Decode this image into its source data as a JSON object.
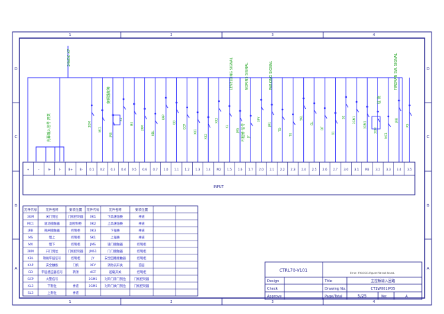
{
  "frame": {
    "columns": [
      "1",
      "2",
      "3",
      "4"
    ],
    "rows": [
      "D",
      "C",
      "B",
      "A"
    ]
  },
  "top_labels": [
    {
      "text": "24VDC X7"
    },
    {
      "text": "LEVELLING SIGNAL"
    },
    {
      "text": "NORINS SIGNAL"
    },
    {
      "text": "PARKING SIGNAL"
    },
    {
      "text": "FIREMAN SW. SIGNAL"
    }
  ],
  "vertical_labels": [
    {
      "text": "光幕输入信号 开关"
    },
    {
      "text": "变频器故障"
    },
    {
      "text": "F/检修 信号"
    },
    {
      "text": "驻 流"
    }
  ],
  "contact_labels": [
    "3GM",
    "MC1",
    "JRB",
    "XS",
    "MX",
    "2KM",
    "KBL",
    "KAP",
    "GD",
    "GCP",
    "XK1",
    "XK2",
    "XK3",
    "XL",
    "JMS",
    "JY",
    "XFY",
    "JM1",
    "TD",
    "TX",
    "SKL",
    "GL",
    "DT",
    "G1",
    "SE",
    "2GM1",
    "3GM1"
  ],
  "terminal_bar": {
    "label": "INPUT",
    "terminals": [
      "+",
      "-",
      "I+",
      "I-",
      "B+",
      "B-",
      "0.1",
      "0.2",
      "0.3",
      "0.4",
      "0.5",
      "0.6",
      "0.7",
      "1.0",
      "1.1",
      "1.2",
      "1.3",
      "1.4",
      "M2",
      "1.5",
      "1.6",
      "1.7",
      "2.0",
      "2.1",
      "2.2",
      "2.3",
      "2.4",
      "2.5",
      "2.6",
      "2.7",
      "3.0",
      "3.1",
      "M3",
      "3.2",
      "3.3",
      "3.4",
      "3.5"
    ]
  },
  "table": {
    "headers": [
      "元件代号",
      "元件名称",
      "安装位置",
      "元件代号",
      "元件名称",
      "安装位置"
    ],
    "rows": [
      [
        "3GM",
        "关门到位",
        "门机控制器",
        "XK1",
        "下高速强换",
        "井道"
      ],
      [
        "MC1",
        "驱动接触器",
        "副控制柜",
        "XK2",
        "上高速强换",
        "井道"
      ],
      [
        "JRB",
        "抱闸接触器",
        "控制柜",
        "XK3",
        "下强换",
        "井道"
      ],
      [
        "MS",
        "慢上",
        "控制柜",
        "SK1",
        "上强换",
        "井道"
      ],
      [
        "MX",
        "慢下",
        "控制柜",
        "JMS",
        "锁门接触器",
        "控制柜"
      ],
      [
        "2KM",
        "开门到位",
        "门机控制器",
        "JMS1",
        "门门接触器",
        "控制柜"
      ],
      [
        "KBL",
        "轿厢平层信号",
        "控制柜",
        "JY",
        "安全回路接触器",
        "控制柜"
      ],
      [
        "KAP",
        "安全触板",
        "门机",
        "XFY",
        "消防员开关",
        "首层"
      ],
      [
        "GD",
        "平层感应器信号",
        "轿顶",
        "4GT",
        "超载开关",
        "控制柜"
      ],
      [
        "GCP",
        "火警信号",
        "",
        "2GM1",
        "对开门开门到位",
        "门机控制器"
      ],
      [
        "XL3",
        "下限位",
        "井道",
        "3GM1",
        "对开门关门到位",
        "门机控制器"
      ],
      [
        "SL3",
        "上限位",
        "井道",
        "",
        "",
        ""
      ]
    ]
  },
  "title_block": {
    "project": "CTRL70-V101",
    "error_text": "Error: HYLOGO-Figure file not found.",
    "design_label": "Design",
    "check_label": "Check",
    "approve_label": "Approve",
    "title_label": "Title",
    "title_value": "主控板输入回路",
    "drawing_label": "Drawing No.",
    "drawing_value": "CT1W001IP05",
    "page_label": "Page/Total",
    "page_value": "5/25",
    "ver_label": "Ver.",
    "ver_value": "A"
  },
  "colors": {
    "frame": "#1c1c8c",
    "wire": "#2a2aff",
    "label": "#19a019",
    "table_text": "#2020c0"
  }
}
